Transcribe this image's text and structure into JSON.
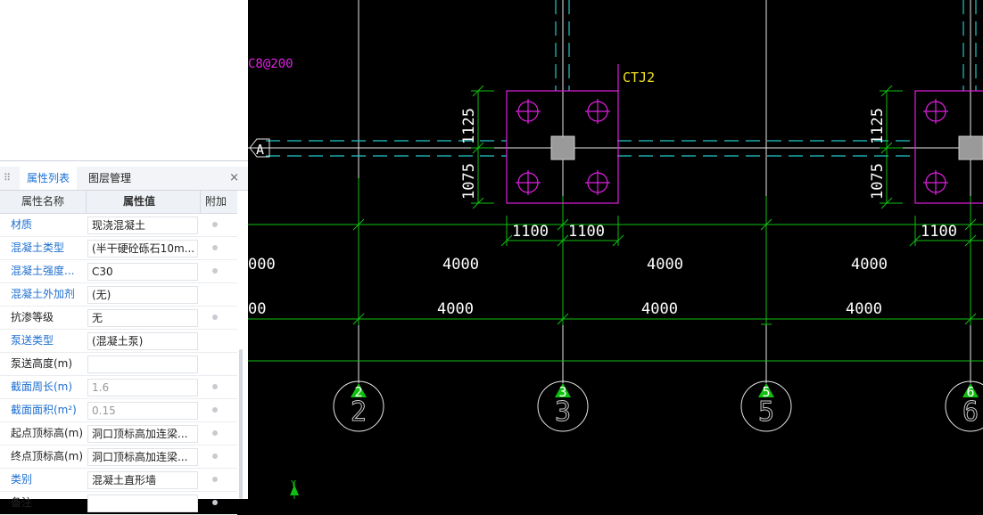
{
  "panel": {
    "tabs": [
      "属性列表",
      "图层管理"
    ],
    "close": "×",
    "columns": [
      "属性名称",
      "属性值",
      "附加"
    ],
    "rows": [
      {
        "name": "材质",
        "value": "现浇混凝土",
        "blue": true,
        "grey": false,
        "radio": true
      },
      {
        "name": "混凝土类型",
        "value": "(半干硬砼砾石10m...",
        "blue": true,
        "grey": false,
        "radio": true
      },
      {
        "name": "混凝土强度...",
        "value": "C30",
        "blue": true,
        "grey": false,
        "radio": true
      },
      {
        "name": "混凝土外加剂",
        "value": "(无)",
        "blue": true,
        "grey": false,
        "radio": false
      },
      {
        "name": "抗渗等级",
        "value": "无",
        "blue": false,
        "grey": false,
        "radio": true
      },
      {
        "name": "泵送类型",
        "value": "(混凝土泵)",
        "blue": true,
        "grey": false,
        "radio": false
      },
      {
        "name": "泵送高度(m)",
        "value": "",
        "blue": false,
        "grey": false,
        "radio": false
      },
      {
        "name": "截面周长(m)",
        "value": "1.6",
        "blue": true,
        "grey": true,
        "radio": true
      },
      {
        "name": "截面面积(m²)",
        "value": "0.15",
        "blue": true,
        "grey": true,
        "radio": true
      },
      {
        "name": "起点顶标高(m)",
        "value": "洞口顶标高加连梁...",
        "blue": false,
        "grey": false,
        "radio": true
      },
      {
        "name": "终点顶标高(m)",
        "value": "洞口顶标高加连梁...",
        "blue": false,
        "grey": false,
        "radio": true
      },
      {
        "name": "类别",
        "value": "混凝土直形墙",
        "blue": true,
        "grey": false,
        "radio": true
      },
      {
        "name": "备注",
        "value": "",
        "blue": false,
        "grey": false,
        "radio": true
      }
    ]
  },
  "cad": {
    "rebar_label": "C8@200",
    "cap_label": "CTJ2",
    "axis_a": "A",
    "dim_1125": "1125",
    "dim_1075": "1075",
    "dim_1100": "1100",
    "span_4000": "4000",
    "span_partial": "000",
    "span_partial2": "00",
    "axes": [
      "2",
      "3",
      "5",
      "6"
    ],
    "y_label": "Y",
    "colors": {
      "magenta": "#e020e0",
      "cyan": "#20c8c8",
      "green": "#10c010",
      "yellow": "#f0e020",
      "white": "#ffffff"
    }
  }
}
